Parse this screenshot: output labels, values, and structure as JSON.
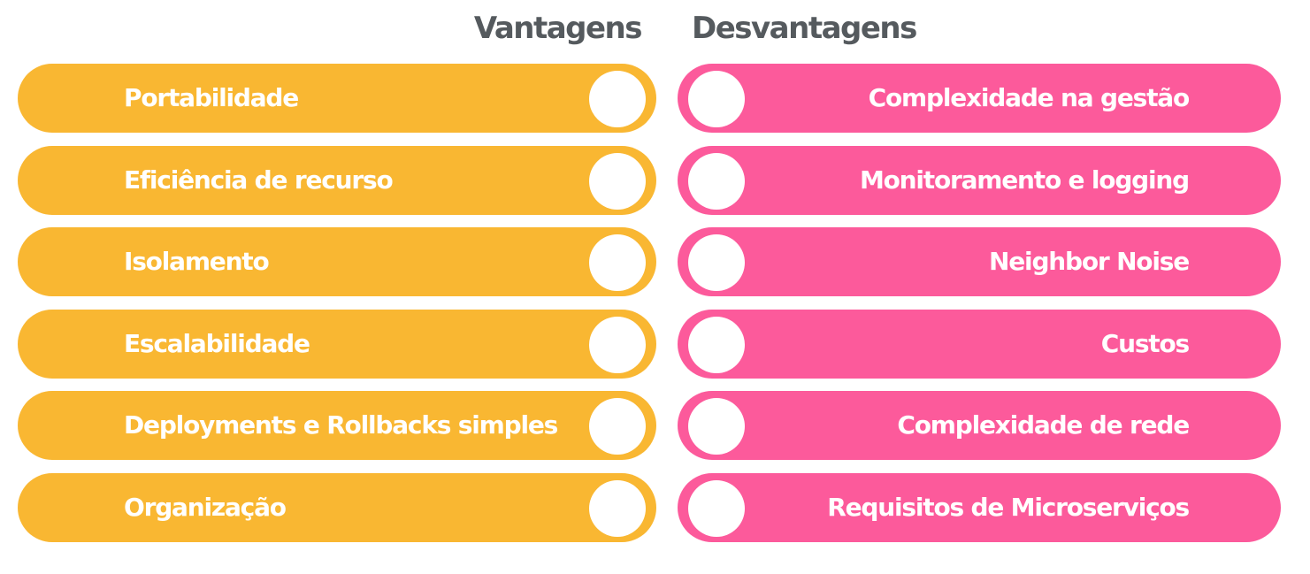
{
  "headings": {
    "advantages": "Vantagens",
    "disadvantages": "Desvantagens"
  },
  "advantages": [
    "Portabilidade",
    "Eficiência de recurso",
    "Isolamento",
    "Escalabilidade",
    "Deployments e Rollbacks simples",
    "Organização"
  ],
  "disadvantages": [
    "Complexidade na gestão",
    "Monitoramento e logging",
    "Neighbor Noise",
    "Custos",
    "Complexidade de rede",
    "Requisitos de Microserviços"
  ],
  "colors": {
    "advantages": "#f9b732",
    "disadvantages": "#fc5a9b",
    "heading": "#555a5e",
    "knob": "#ffffff"
  }
}
